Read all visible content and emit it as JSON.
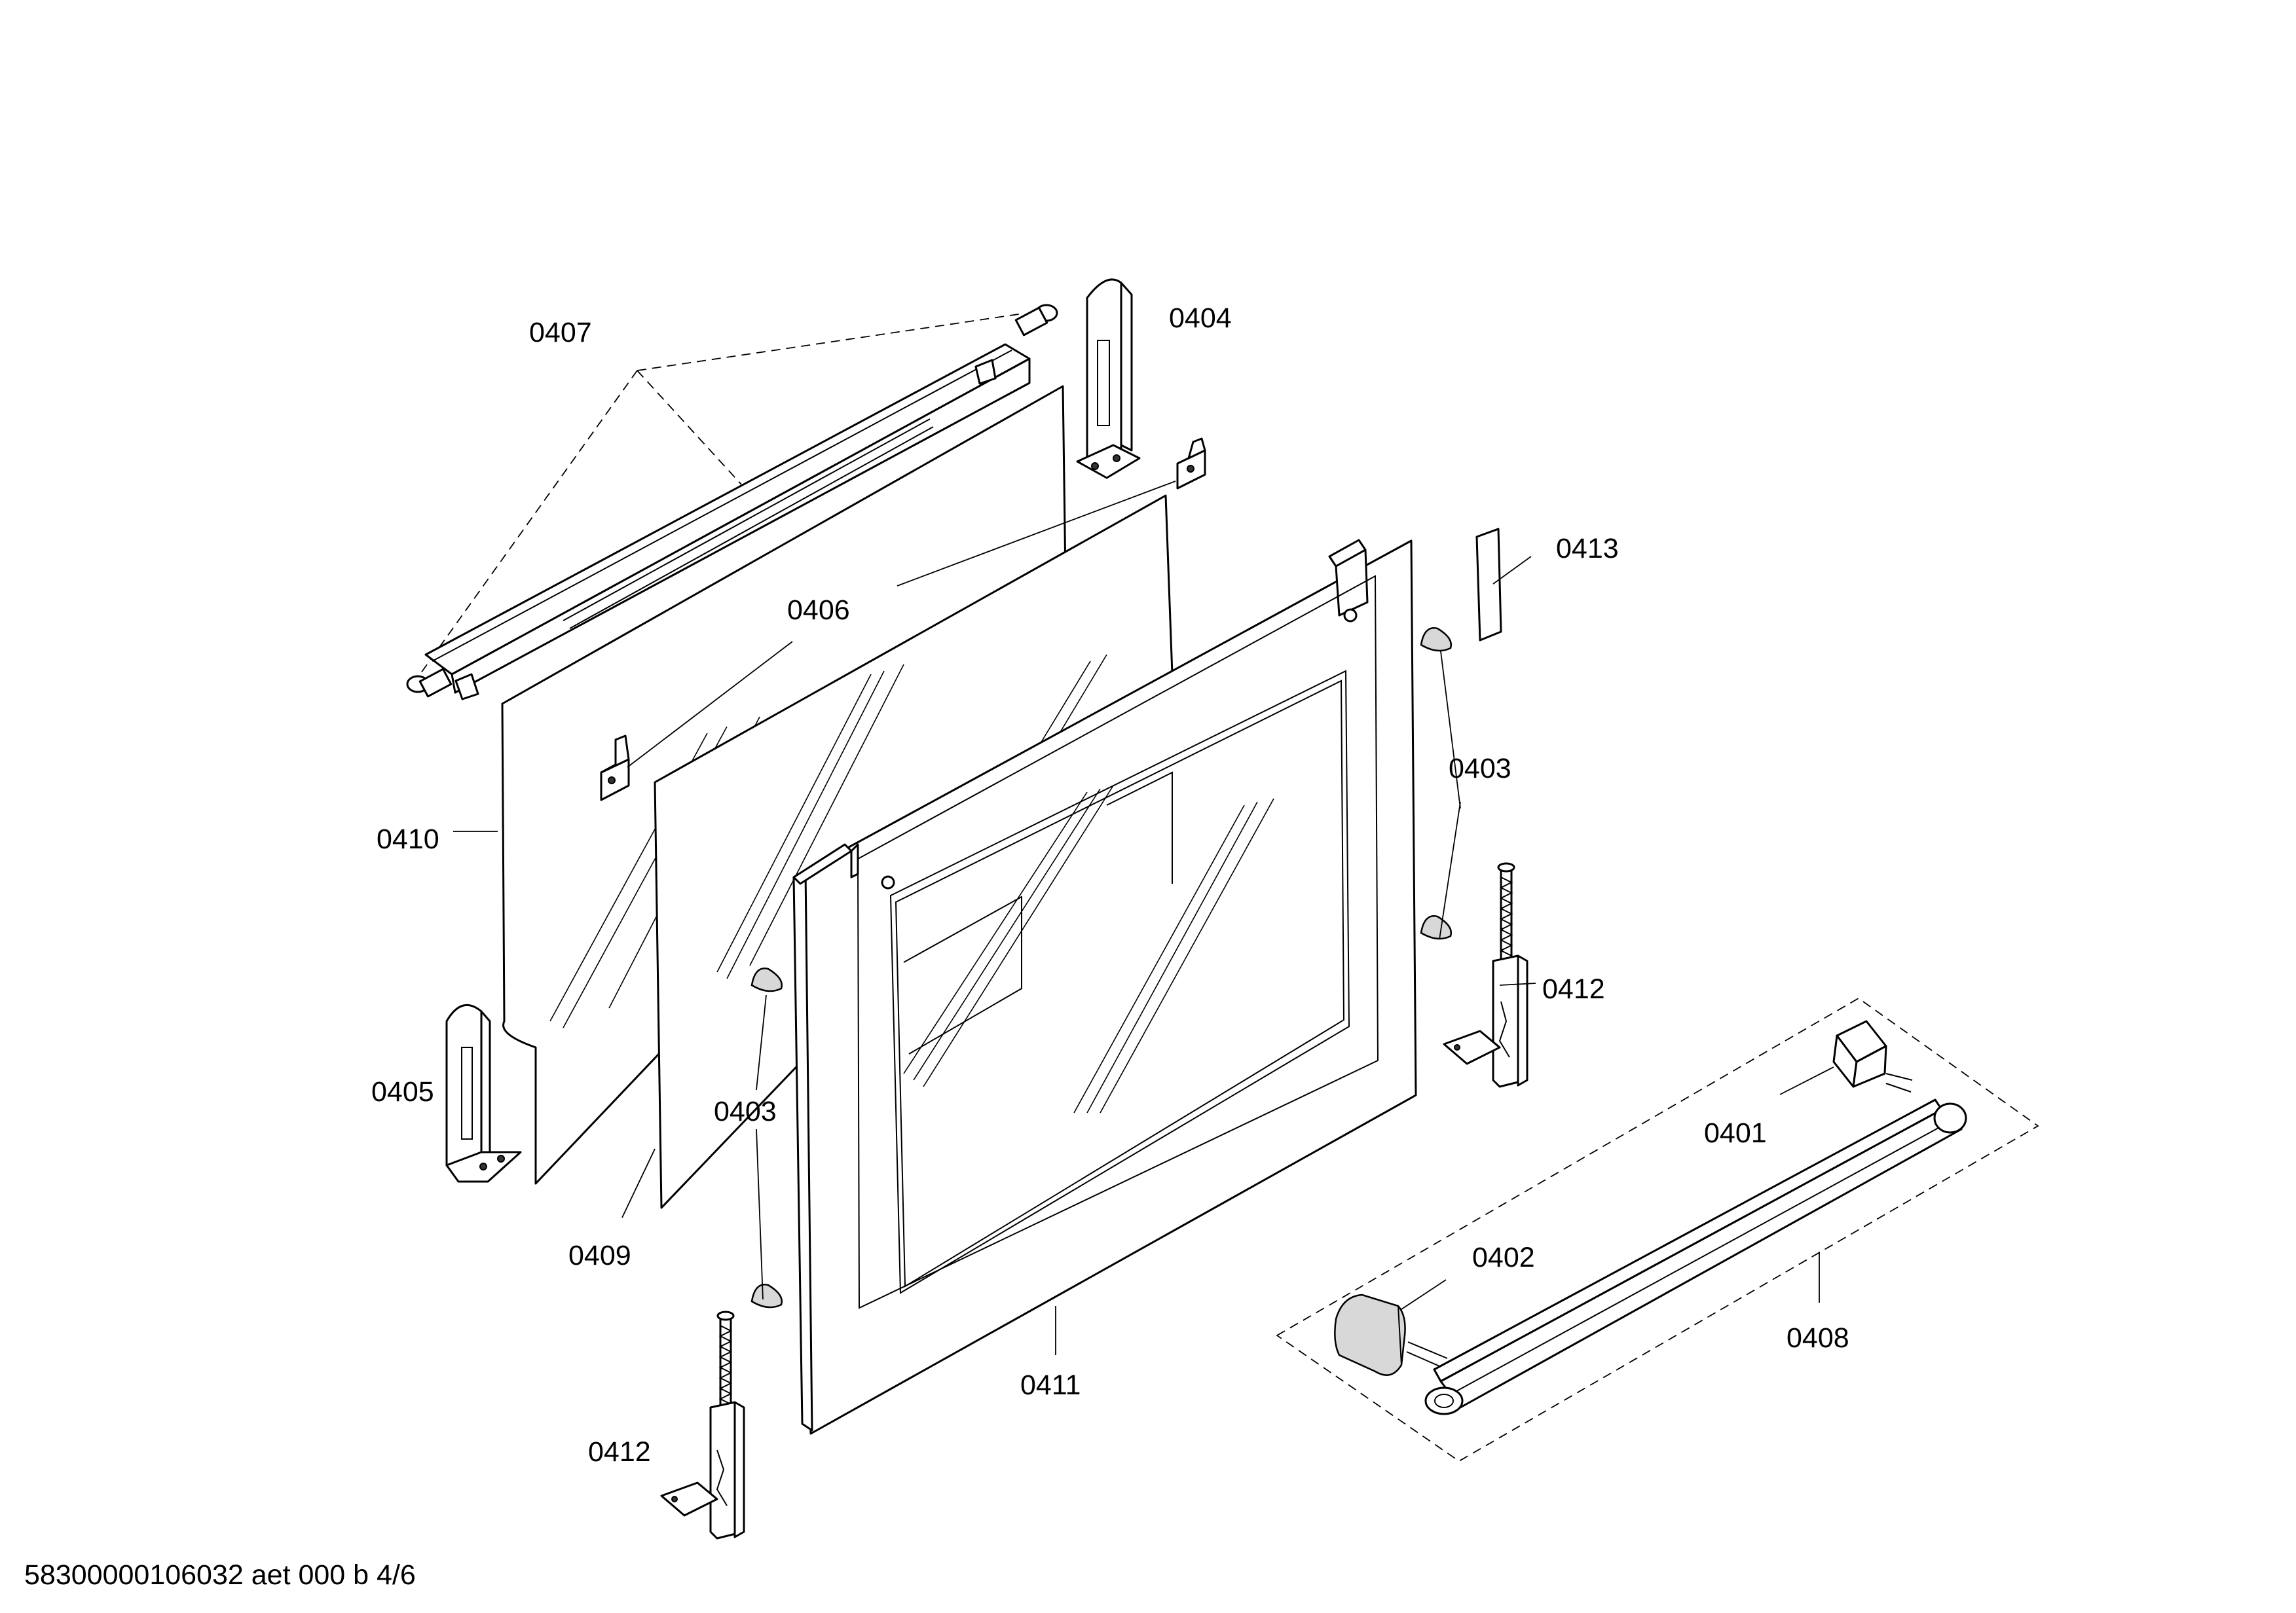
{
  "diagram": {
    "footer": "58300000106032 aet 000 b 4/6",
    "labels": {
      "l0407": "0407",
      "l0404": "0404",
      "l0413": "0413",
      "l0406": "0406",
      "l0403a": "0403",
      "l0410": "0410",
      "l0412a": "0412",
      "l0405": "0405",
      "l0403b": "0403",
      "l0401": "0401",
      "l0409": "0409",
      "l0402": "0402",
      "l0411": "0411",
      "l0408": "0408",
      "l0412b": "0412"
    }
  }
}
